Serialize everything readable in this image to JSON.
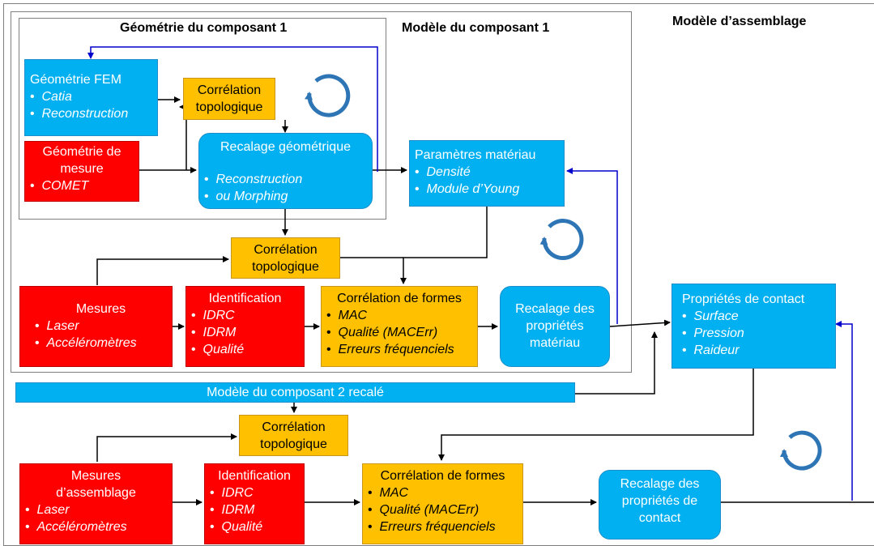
{
  "headers": {
    "assemblage": "Modèle d’assemblage",
    "composant1": "Modèle du composant 1",
    "geometrie": "Géométrie du composant 1"
  },
  "geo_fem": {
    "title": "Géométrie FEM",
    "items": [
      "Catia",
      "Reconstruction"
    ]
  },
  "correl_topo_1": {
    "lines": [
      "Corrélation",
      "topologique"
    ]
  },
  "geo_mesure": {
    "lines": [
      "Géométrie de",
      "mesure"
    ],
    "items": [
      "COMET"
    ]
  },
  "recalage_geo": {
    "title": "Recalage géométrique",
    "items": [
      "Reconstruction",
      "ou Morphing"
    ]
  },
  "param_materiau": {
    "title": "Paramètres matériau",
    "items": [
      "Densité",
      "Module d’Young"
    ]
  },
  "correl_topo_2": {
    "lines": [
      "Corrélation",
      "topologique"
    ]
  },
  "mesures": {
    "title": "Mesures",
    "items": [
      "Laser",
      "Accéléromètres"
    ]
  },
  "identification_1": {
    "title": "Identification",
    "items": [
      "IDRC",
      "IDRM",
      "Qualité"
    ]
  },
  "correl_formes_1": {
    "title": "Corrélation de formes",
    "items": [
      "MAC",
      "Qualité (MACErr)",
      "Erreurs fréquenciels"
    ]
  },
  "recalage_materiau": {
    "lines": [
      "Recalage des",
      "propriétés",
      "matériau"
    ]
  },
  "proprietes_contact": {
    "title": "Propriétés de contact",
    "items": [
      "Surface",
      "Pression",
      "Raideur"
    ]
  },
  "composant2": {
    "label": "Modèle du composant 2 recalé"
  },
  "correl_topo_3": {
    "lines": [
      "Corrélation",
      "topologique"
    ]
  },
  "mesures_assemblage": {
    "lines": [
      "Mesures",
      "d’assemblage"
    ],
    "items": [
      "Laser",
      "Accéléromètres"
    ]
  },
  "identification_2": {
    "title": "Identification",
    "items": [
      "IDRC",
      "IDRM",
      "Qualité"
    ]
  },
  "correl_formes_2": {
    "title": "Corrélation de formes",
    "items": [
      "MAC",
      "Qualité (MACErr)",
      "Erreurs fréquenciels"
    ]
  },
  "recalage_contact": {
    "lines": [
      "Recalage des",
      "propriétés de",
      "contact"
    ]
  },
  "colors": {
    "blue": "#00b0f0",
    "red": "#ff0000",
    "yellow": "#ffc000",
    "feedback": "#0000cc",
    "cycle": "#2e75b6"
  }
}
